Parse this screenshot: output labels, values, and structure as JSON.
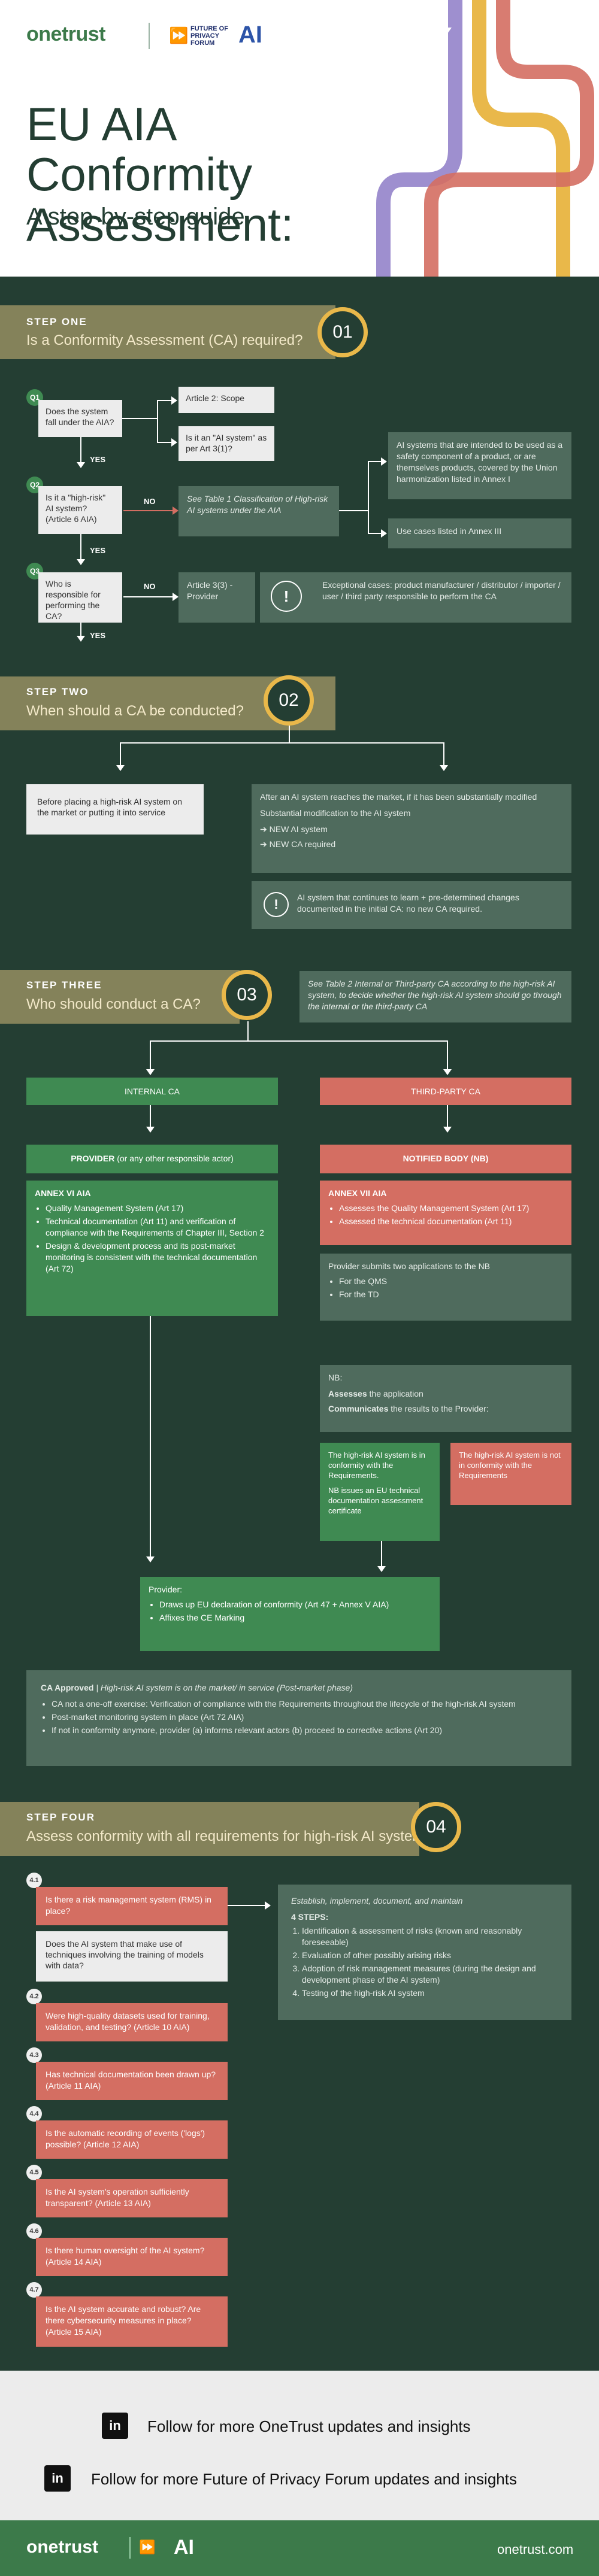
{
  "header": {
    "brand": "onetrust",
    "fpf_line1": "FUTURE OF",
    "fpf_line2": "PRIVACY",
    "fpf_line3": "FORUM",
    "ai": "AI",
    "title": "EU AIA Conformity Assessment:",
    "subtitle": "A step-by-step guide"
  },
  "step1": {
    "label": "STEP ONE",
    "question": "Is a Conformity Assessment (CA) required?",
    "num": "01",
    "q1": "Does the system fall under the AIA?",
    "q1_num": "Q1",
    "scope": "Article 2: Scope",
    "ai_def": "Is it an \"AI system\" as per Art 3(1)?",
    "yes": "YES",
    "q2_num": "Q2",
    "q2": "Is it a \"high-risk\" AI system? (Article 6 AIA)",
    "no": "NO",
    "table_ref": "See Table 1 Classification of High-risk AI systems under the AIA",
    "annex1": "AI systems that are intended to be used as a safety component of a product, or are themselves products, covered by the Union harmonization listed in Annex I",
    "annex3": "Use cases listed in Annex III",
    "q3_num": "Q3",
    "q3": "Who is responsible for performing the CA?",
    "provider": "Article 3(3) - Provider",
    "exceptional": "Exceptional cases: product manufacturer / distributor / importer / user / third party responsible to perform the CA"
  },
  "step2": {
    "label": "STEP TWO",
    "question": "When should a CA be conducted?",
    "num": "02",
    "before": "Before placing a high-risk AI system on the market or putting it into service",
    "after": "After an AI system reaches the market, if it has been substantially modified",
    "subst": "Substantial modification to the AI system",
    "new_ai": "NEW AI system",
    "new_ca": "NEW CA required",
    "learn": "AI system that continues to learn + pre-determined changes documented in the initial CA: no new CA required."
  },
  "step3": {
    "label": "STEP THREE",
    "question": "Who should conduct a CA?",
    "num": "03",
    "note": "See Table 2 Internal or Third-party CA according to the high-risk AI system, to decide whether the high-risk AI system should go through the internal or the third-party CA",
    "internal": "INTERNAL CA",
    "third": "THIRD-PARTY CA",
    "provider_title": "PROVIDER",
    "provider_sub": "(or any other responsible actor)",
    "nb": "NOTIFIED BODY (NB)",
    "annex6": "ANNEX VI AIA",
    "annex6_items": [
      "Quality Management System (Art 17)",
      "Technical documentation (Art 11) and verification of compliance with the Requirements of Chapter III, Section 2",
      "Design & development process and its post-market monitoring is consistent with the technical documentation (Art 72)"
    ],
    "annex7": "ANNEX VII AIA",
    "annex7_items": [
      "Assesses the Quality Management System (Art 17)",
      "Assessed the technical documentation (Art 11)"
    ],
    "submits": "Provider submits two applications to the NB",
    "submits_items": [
      "For the QMS",
      "For the TD"
    ],
    "nb_label": "NB:",
    "assesses": "Assesses",
    "assesses_rest": " the application",
    "communicates": "Communicates",
    "communicates_rest": " the results to the Provider:",
    "conform": "The high-risk AI system is in conformity with the Requirements.",
    "nb_issues": "NB issues an EU technical documentation assessment certificate",
    "not_conform": "The high-risk AI system is not in conformity with the Requirements",
    "prov_label": "Provider:",
    "prov_items": [
      "Draws up EU declaration of conformity (Art 47 + Annex V AIA)",
      "Affixes the CE Marking"
    ],
    "approved_title": "CA Approved",
    "approved_sub": "| High-risk AI system is on the market/ in service (Post-market phase)",
    "approved_items": [
      "CA not a one-off exercise: Verification of compliance with the Requirements throughout the lifecycle of the high-risk AI system",
      "Post-market monitoring system in place (Art 72 AIA)",
      "If not in conformity anymore, provider (a) informs relevant actors (b) proceed to corrective actions (Art 20)"
    ]
  },
  "step4": {
    "label": "STEP FOUR",
    "question": "Assess conformity with all requirements for high-risk AI systems",
    "num": "04",
    "items": [
      {
        "n": "4.1",
        "t": "Is there a risk management system (RMS) in place?"
      },
      {
        "n": "4.2",
        "t": "Were high-quality datasets used for training, validation, and testing? (Article 10 AIA)"
      },
      {
        "n": "4.3",
        "t": "Has technical documentation been drawn up? (Article 11 AIA)"
      },
      {
        "n": "4.4",
        "t": "Is the automatic recording of events ('logs') possible? (Article 12 AIA)"
      },
      {
        "n": "4.5",
        "t": "Is the AI system's operation sufficiently transparent? (Article 13 AIA)"
      },
      {
        "n": "4.6",
        "t": "Is there human oversight of the AI system? (Article 14 AIA)"
      },
      {
        "n": "4.7",
        "t": "Is the AI system accurate and robust? Are there cybersecurity measures in place? (Article 15 AIA)"
      }
    ],
    "data_q": "Does the AI system that make use of techniques involving the training of models with data?",
    "rms_title": "Establish, implement, document, and maintain",
    "steps_label": "4 STEPS:",
    "rms_steps": [
      "Identification & assessment of risks (known and reasonably foreseeable)",
      "Evaluation of other possibly arising risks",
      "Adoption of risk management measures (during the design and development phase of the AI system)",
      "Testing of the high-risk AI system"
    ]
  },
  "footer": {
    "follow1": "Follow for more OneTrust updates and insights",
    "follow2": "Follow for more Future of Privacy Forum updates and insights",
    "li": "in",
    "brand": "onetrust",
    "ai": "AI",
    "url": "onetrust.com"
  }
}
